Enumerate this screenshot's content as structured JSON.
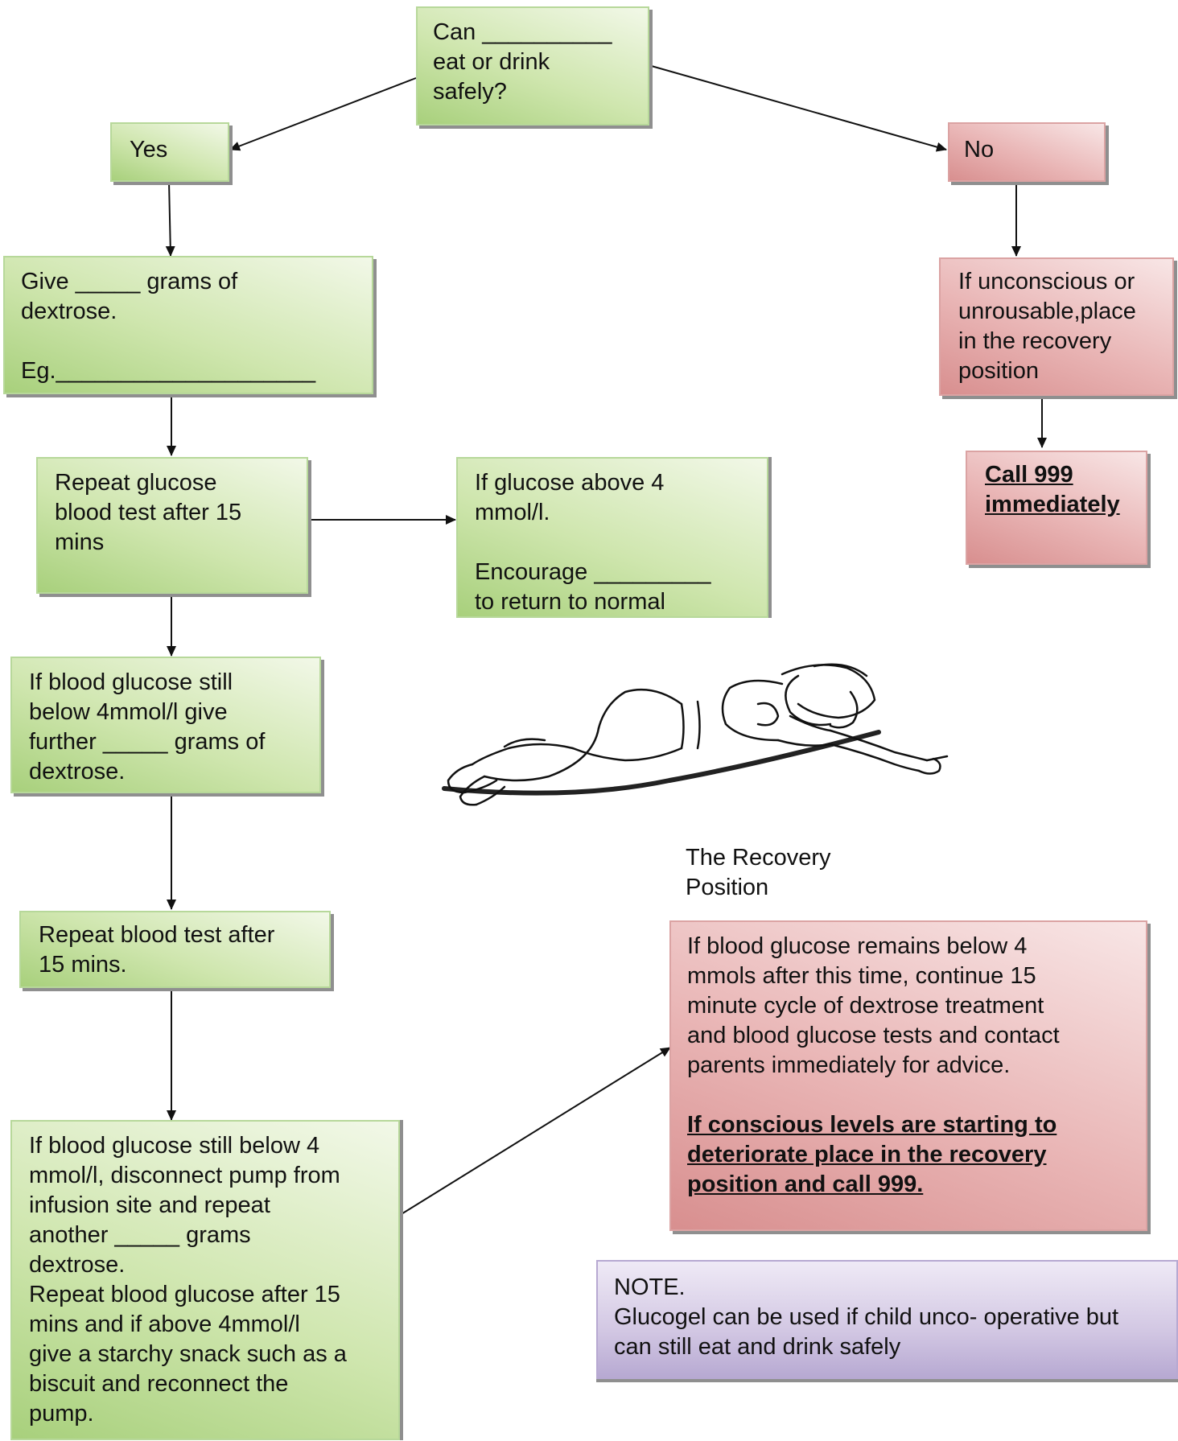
{
  "start": {
    "lines": [
      "Can __________",
      "eat or drink",
      "safely?"
    ]
  },
  "yes": {
    "label": "Yes"
  },
  "no": {
    "label": "No"
  },
  "give": {
    "line1": "Give _____ grams of",
    "line2": "dextrose.",
    "line3": "Eg.____________________"
  },
  "repeat1": {
    "lines": [
      "Repeat glucose",
      "blood test after 15",
      "mins"
    ]
  },
  "above4": {
    "lines": [
      "If glucose above 4",
      "mmol/l."
    ],
    "encourage": [
      "Encourage _________",
      "to return to normal"
    ]
  },
  "below4": {
    "lines": [
      "If blood glucose still",
      "below 4mmol/l give",
      "further _____ grams of",
      "dextrose."
    ]
  },
  "repeat2": {
    "lines": [
      "Repeat blood test after",
      "15 mins."
    ]
  },
  "disconnect": {
    "lines": [
      "If blood glucose still below 4",
      "mmol/l, disconnect pump from",
      "infusion site and repeat",
      "another _____ grams",
      "dextrose.",
      "Repeat blood glucose after 15",
      "mins and if above 4mmol/l",
      "give a starchy snack such as a",
      "biscuit and reconnect the",
      "pump."
    ]
  },
  "unconscious": {
    "lines": [
      "If unconscious or",
      "unrousable,place",
      "in the recovery",
      "position"
    ]
  },
  "call999": {
    "lines": [
      "Call 999",
      "immediately"
    ]
  },
  "recovery_caption": {
    "lines": [
      "The Recovery",
      "Position"
    ]
  },
  "remains": {
    "lines": [
      "If blood glucose remains below 4",
      "mmols after this time, continue 15",
      "minute cycle of dextrose treatment",
      "and blood glucose tests and contact",
      "parents immediately for advice."
    ],
    "warning": [
      "If conscious levels are starting to",
      "deteriorate place in the recovery",
      "position and call 999."
    ]
  },
  "note": {
    "lines": [
      "NOTE.",
      "Glucogel can be used if child unco- operative but",
      "can still eat and drink safely"
    ]
  },
  "colors": {
    "green": "#cfe6ae",
    "red": "#e9b5b5",
    "purple": "#d2c7e3"
  }
}
